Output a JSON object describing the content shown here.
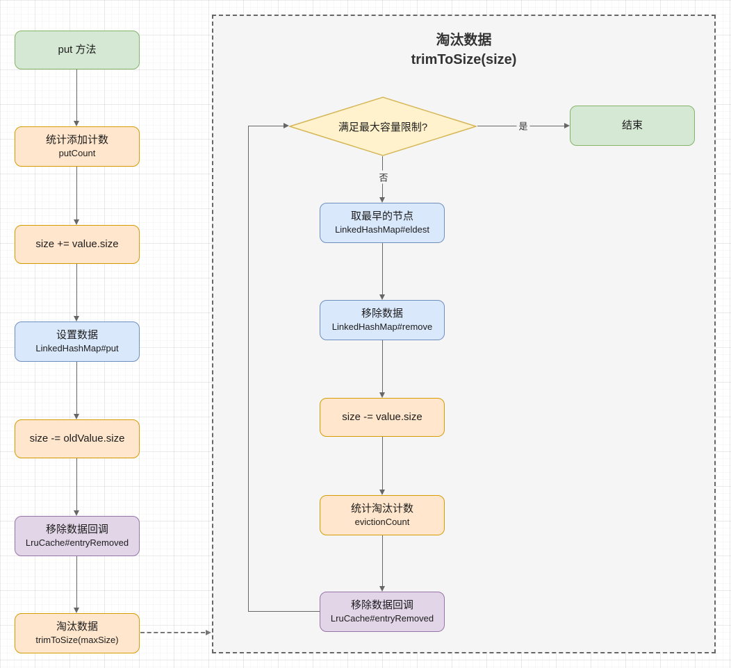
{
  "palette": {
    "green_fill": "#d5e8d4",
    "green_stroke": "#82b366",
    "orange_fill": "#ffe6cc",
    "orange_stroke": "#d79b00",
    "blue_fill": "#dae8fc",
    "blue_stroke": "#6c8ebf",
    "purple_fill": "#e1d5e7",
    "purple_stroke": "#9673a6",
    "yellow_fill": "#fff2cc",
    "yellow_stroke": "#d6b656",
    "line_color": "#666666",
    "container_fill": "#f5f5f5"
  },
  "left_flow": {
    "nodes": [
      {
        "title": "put 方法"
      },
      {
        "title": "统计添加计数",
        "sub": "putCount"
      },
      {
        "title": "size += value.size"
      },
      {
        "title": "设置数据",
        "sub": "LinkedHashMap#put"
      },
      {
        "title": "size -= oldValue.size"
      },
      {
        "title": "移除数据回调",
        "sub": "LruCache#entryRemoved"
      },
      {
        "title": "淘汰数据",
        "sub": "trimToSize(maxSize)"
      }
    ]
  },
  "container": {
    "title_line1": "淘汰数据",
    "title_line2": "trimToSize(size)",
    "decision_label": "满足最大容量限制?",
    "yes_label": "是",
    "no_label": "否",
    "end_node": {
      "title": "结束"
    },
    "nodes": [
      {
        "title": "取最早的节点",
        "sub": "LinkedHashMap#eldest"
      },
      {
        "title": "移除数据",
        "sub": "LinkedHashMap#remove"
      },
      {
        "title": "size -= value.size"
      },
      {
        "title": "统计淘汰计数",
        "sub": "evictionCount"
      },
      {
        "title": "移除数据回调",
        "sub": "LruCache#entryRemoved"
      }
    ]
  }
}
